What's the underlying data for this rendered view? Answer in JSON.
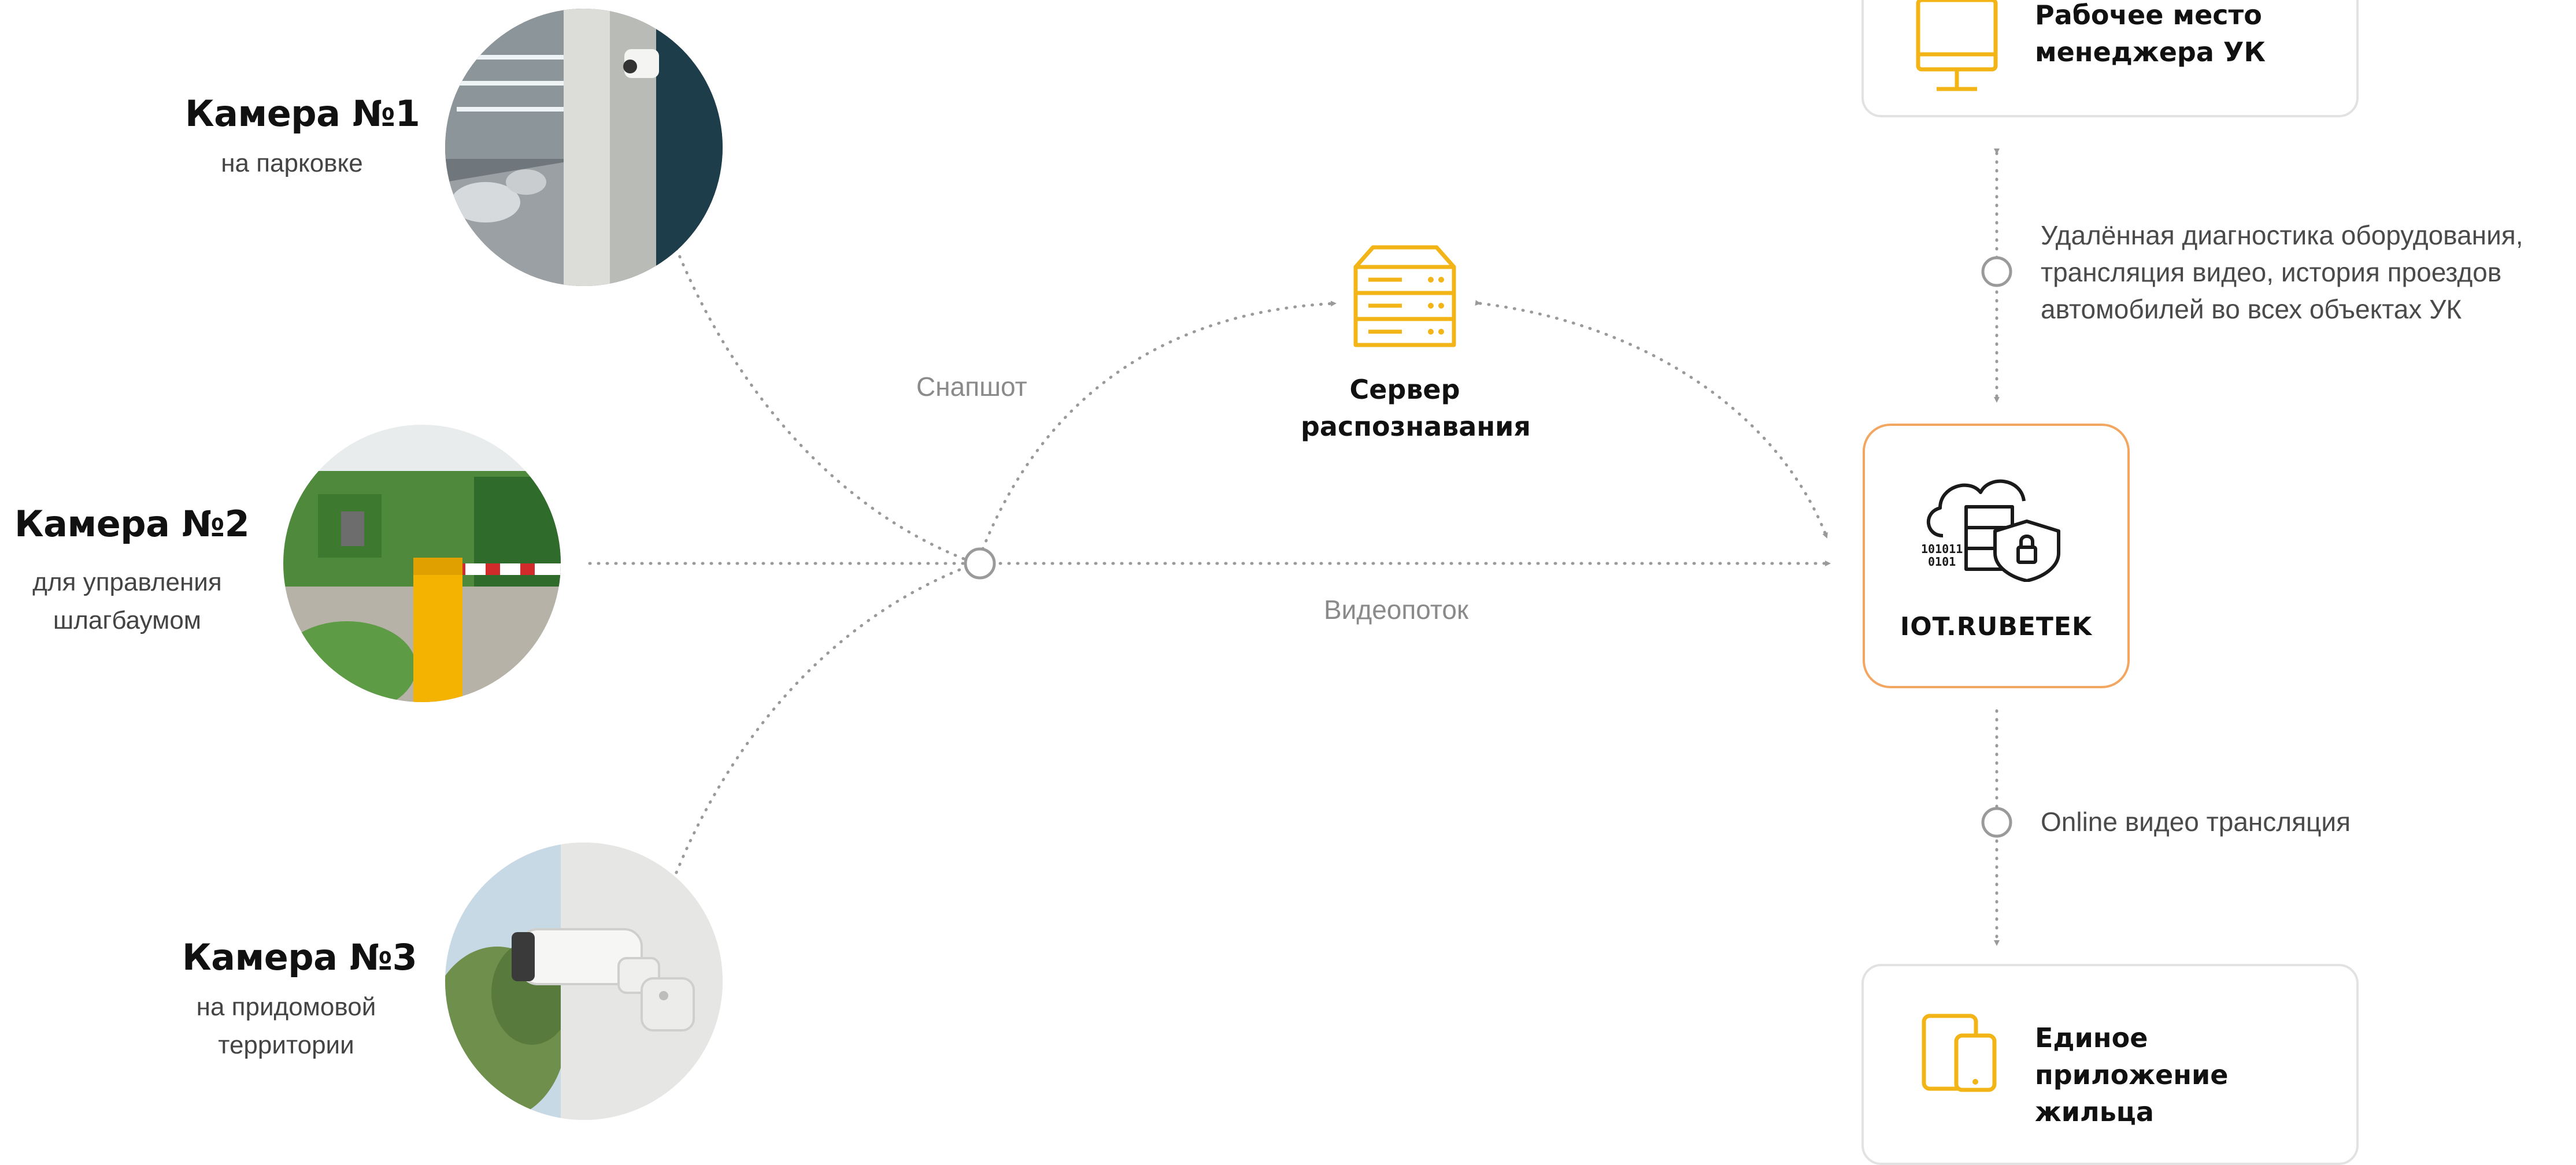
{
  "cameras": [
    {
      "title": "Камера №1",
      "subtitle": "на парковке"
    },
    {
      "title": "Камера №2",
      "subtitle": "для управления шлагбаумом"
    },
    {
      "title": "Камера №3",
      "subtitle": "на придомовой территории"
    }
  ],
  "edges": {
    "snapshot": "Снапшот",
    "videostream": "Видеопоток",
    "remote": "Удалённая диагностика оборудования, трансляция видео, история проездов автомобилей во всех объектах УК",
    "online": "Online видео трансляция"
  },
  "server": {
    "label": "Сервер распознавания",
    "icon": "server-icon"
  },
  "hub": {
    "label": "IOT.RUBETEK",
    "icon": "cloud-security-icon"
  },
  "manager_card": {
    "label": "Рабочее место менеджера УК",
    "icon": "monitor-icon"
  },
  "resident_card": {
    "label": "Единое приложение жильца",
    "icon": "mobile-devices-icon"
  },
  "colors": {
    "accent_yellow": "#f2b417",
    "hub_border": "#f2a660",
    "connector": "#9a9a9a"
  }
}
